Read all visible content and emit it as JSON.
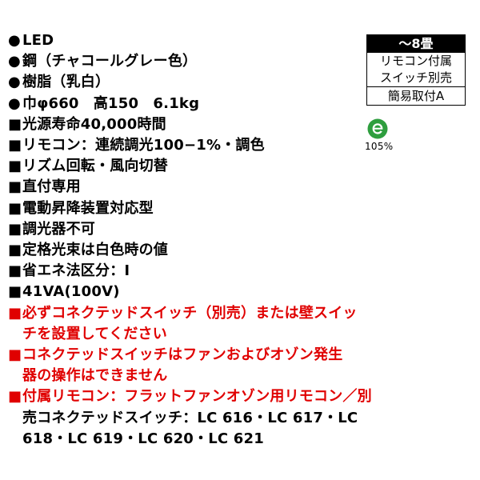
{
  "specs": [
    {
      "mark": "●",
      "text": "LED",
      "color": "black"
    },
    {
      "mark": "●",
      "text": "鋼（チャコールグレー色）",
      "color": "black"
    },
    {
      "mark": "●",
      "text": "樹脂（乳白）",
      "color": "black"
    },
    {
      "mark": "●",
      "text": "巾φ660　高150　6.1kg",
      "color": "black"
    },
    {
      "mark": "■",
      "text": "光源寿命40,000時間",
      "color": "black"
    },
    {
      "mark": "■",
      "text": "リモコン：連続調光100−1%・調色",
      "color": "black"
    },
    {
      "mark": "■",
      "text": "リズム回転・風向切替",
      "color": "black"
    },
    {
      "mark": "■",
      "text": "直付専用",
      "color": "black"
    },
    {
      "mark": "■",
      "text": "電動昇降装置対応型",
      "color": "black"
    },
    {
      "mark": "■",
      "text": "調光器不可",
      "color": "black"
    },
    {
      "mark": "■",
      "text": "定格光束は白色時の値",
      "color": "black"
    },
    {
      "mark": "■",
      "text": "省エネ法区分：Ⅰ",
      "color": "black"
    },
    {
      "mark": "■",
      "text": "41VA(100V)",
      "color": "black"
    },
    {
      "mark": "■",
      "text": "必ずコネクテッドスイッチ（別売）または壁スイッ",
      "color": "red"
    },
    {
      "mark": "",
      "text": "チを設置してください",
      "color": "red"
    },
    {
      "mark": "■",
      "text": "コネクテッドスイッチはファンおよびオゾン発生",
      "color": "red"
    },
    {
      "mark": "",
      "text": "器の操作はできません",
      "color": "red"
    },
    {
      "mark": "■",
      "text": "付属リモコン：フラットファンオゾン用リモコン／別",
      "color": "red"
    },
    {
      "mark": "",
      "text": "売コネクテッドスイッチ：LC 616・LC 617・LC",
      "color": "black"
    },
    {
      "mark": "",
      "text": "618・LC 619・LC 620・LC 621",
      "color": "black"
    }
  ],
  "badge": {
    "header": "〜8畳",
    "remote": "リモコン付属",
    "switch": "スイッチ別売",
    "install": "簡易取付A"
  },
  "eco": {
    "icon": "e-mark-icon",
    "percent": "105%",
    "color": "#2e9e3e"
  }
}
